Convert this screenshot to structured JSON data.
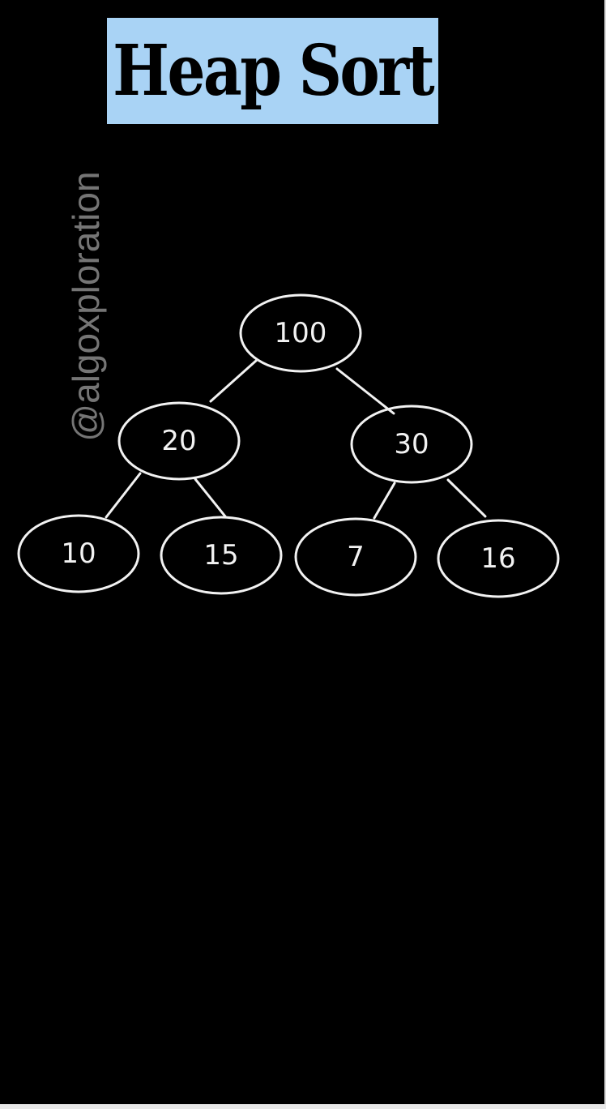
{
  "title": "Heap Sort",
  "watermark": "@algoxploration",
  "tree": {
    "nodes": [
      {
        "id": "root",
        "label": "100"
      },
      {
        "id": "left",
        "label": "20"
      },
      {
        "id": "right",
        "label": "30"
      },
      {
        "id": "left-left",
        "label": "10"
      },
      {
        "id": "left-right",
        "label": "15"
      },
      {
        "id": "right-left",
        "label": "7"
      },
      {
        "id": "right-right",
        "label": "16"
      }
    ],
    "edges": [
      [
        "root",
        "left"
      ],
      [
        "root",
        "right"
      ],
      [
        "left",
        "left-left"
      ],
      [
        "left",
        "left-right"
      ],
      [
        "right",
        "right-left"
      ],
      [
        "right",
        "right-right"
      ]
    ]
  },
  "colors": {
    "background": "#000000",
    "title_highlight": "#a9d3f5",
    "chalk": "#f2f2f2",
    "watermark": "#8a8a8a"
  }
}
